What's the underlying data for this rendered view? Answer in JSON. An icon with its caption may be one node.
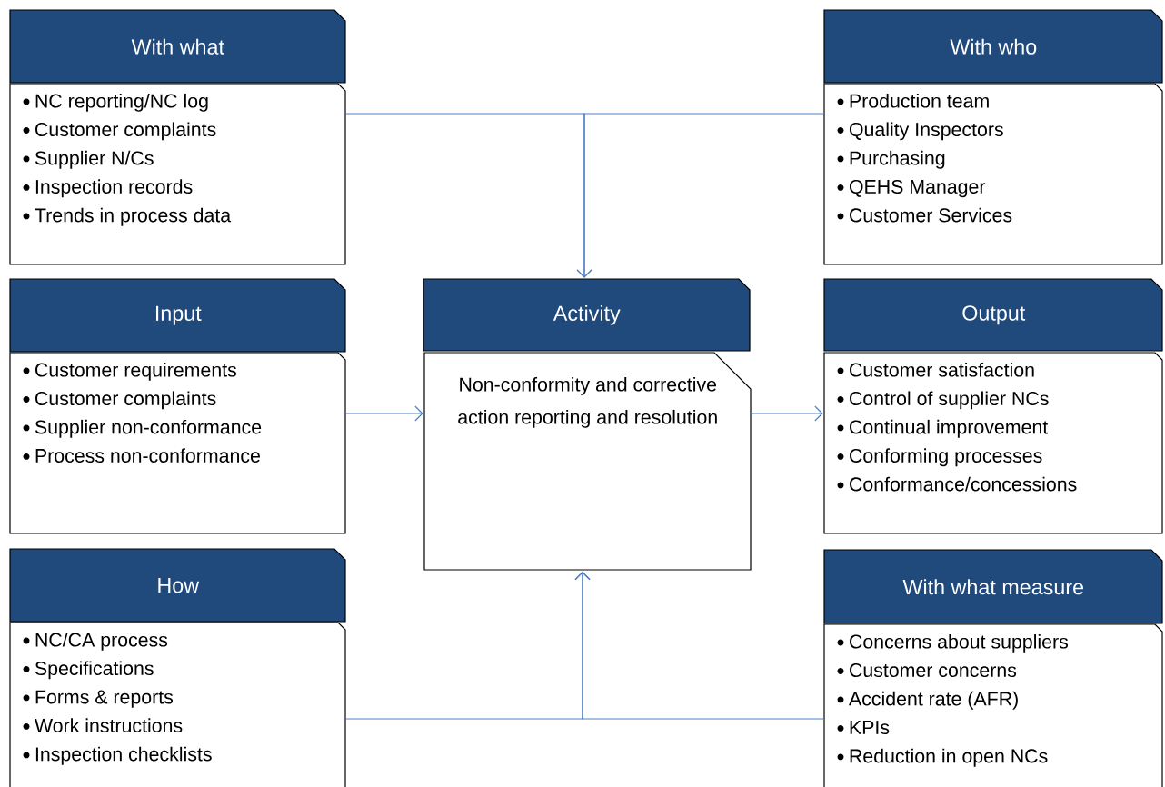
{
  "diagram": {
    "nodes": [
      {
        "text": [
          "With what"
        ]
      },
      {
        "text": [
          "NC reporting/NC log",
          "Customer complaints",
          "Supplier N/Cs",
          "Inspection records",
          "Trends in process data"
        ]
      },
      {
        "text": [
          "With who"
        ]
      },
      {
        "text": [
          "Production team",
          "Quality Inspectors",
          "Purchasing",
          "QEHS Manager",
          "Customer Services"
        ]
      },
      {
        "text": [
          "Input"
        ]
      },
      {
        "text": [
          "Customer requirements",
          "Customer complaints",
          "Supplier non-conformance",
          "Process non-conformance"
        ]
      },
      {
        "text": [
          "Activity"
        ]
      },
      {
        "text": [
          "Non-conformity and corrective action reporting and resolution"
        ]
      },
      {
        "text": [
          "Output"
        ]
      },
      {
        "text": [
          "Customer satisfaction",
          "Control of supplier NCs",
          "Continual improvement",
          "Conforming processes",
          "Conformance/concessions"
        ]
      },
      {
        "text": [
          "How"
        ]
      },
      {
        "text": [
          "NC/CA process",
          "Specifications",
          "Forms & reports",
          "Work instructions",
          "Inspection checklists"
        ]
      },
      {
        "text": [
          "With what measure"
        ]
      },
      {
        "text": [
          "Concerns about suppliers",
          "Customer concerns",
          "Accident rate (AFR)",
          "KPIs",
          "Reduction in open NCs"
        ]
      }
    ],
    "edges": [
      {
        "from": 1,
        "to": 6,
        "arrow": "to"
      },
      {
        "from": 3,
        "to": 6,
        "arrow": "to"
      },
      {
        "from": 5,
        "to": 7,
        "arrow": "to"
      },
      {
        "from": 7,
        "to": 9,
        "arrow": "to"
      },
      {
        "from": 11,
        "to": 7,
        "arrow": "to"
      },
      {
        "from": 13,
        "to": 7,
        "arrow": "to"
      }
    ]
  }
}
